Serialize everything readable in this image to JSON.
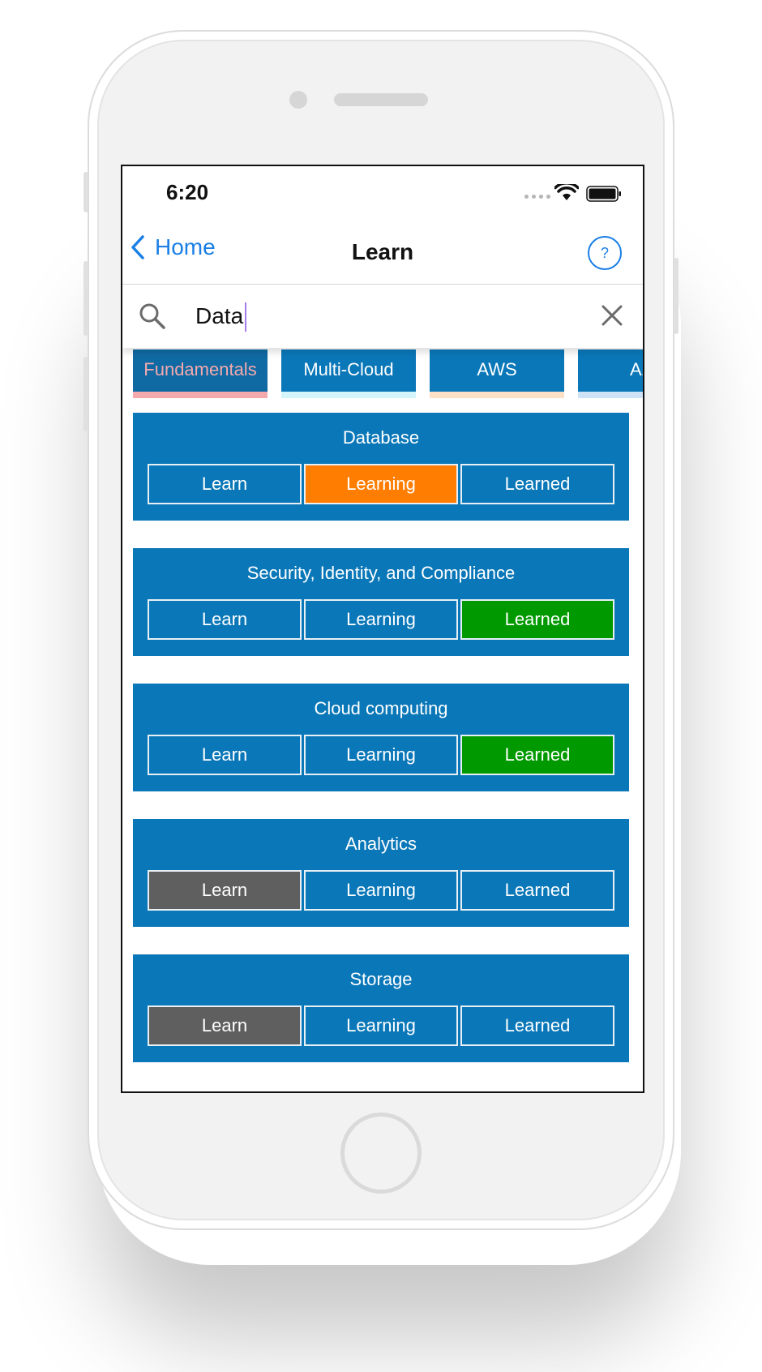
{
  "status_bar": {
    "time": "6:20"
  },
  "nav": {
    "back_label": "Home",
    "title": "Learn",
    "help_label": "?"
  },
  "search": {
    "value": "Data"
  },
  "categories": [
    {
      "label": "Fundamentals",
      "underline": "#f4a9ad",
      "active": true
    },
    {
      "label": "Multi-Cloud",
      "underline": "#d4f6fb"
    },
    {
      "label": "AWS",
      "underline": "#fde1c6"
    },
    {
      "label": "Azu",
      "underline": "#cfe3f7"
    }
  ],
  "status_labels": {
    "learn": "Learn",
    "learning": "Learning",
    "learned": "Learned"
  },
  "topics": [
    {
      "title": "Database",
      "selected": "learning"
    },
    {
      "title": "Security, Identity, and Compliance",
      "selected": "learned"
    },
    {
      "title": "Cloud computing",
      "selected": "learned"
    },
    {
      "title": "Analytics",
      "selected": "learn"
    },
    {
      "title": "Storage",
      "selected": "learn"
    }
  ],
  "colors": {
    "accent": "#1a7fe6",
    "card": "#0a77b8",
    "learning": "#ff7d00",
    "learned": "#009a00",
    "learn": "#5f5f5f",
    "active_tab_text": "#f4a9ad"
  },
  "icons": [
    "chevron-left-icon",
    "help-icon",
    "search-icon",
    "close-icon",
    "wifi-icon",
    "battery-icon"
  ]
}
